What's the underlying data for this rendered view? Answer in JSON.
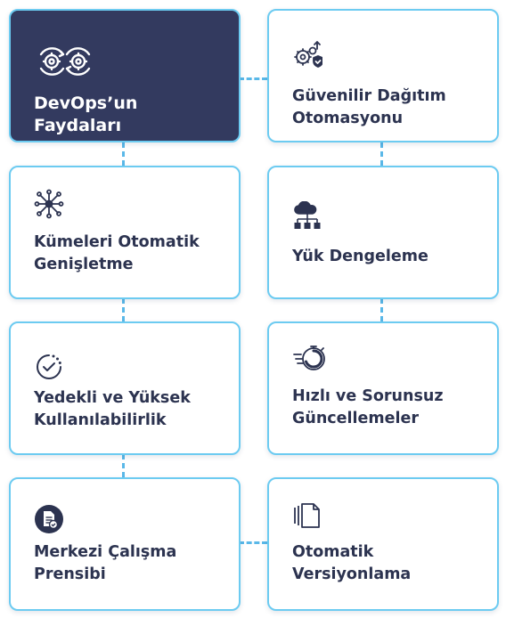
{
  "cards": [
    {
      "id": "devops-benefits",
      "label": "DevOps’un Faydaları",
      "icon": "gears-cycle-icon"
    },
    {
      "id": "reliable-deployment",
      "label": "Güvenilir Dağıtım\nOtomasyonu",
      "icon": "settings-shield-icon"
    },
    {
      "id": "cluster-autoscaling",
      "label": "Kümeleri Otomatik\nGenişletme",
      "icon": "network-nodes-icon"
    },
    {
      "id": "load-balancing",
      "label": "Yük Dengeleme",
      "icon": "cloud-network-icon"
    },
    {
      "id": "high-availability",
      "label": "Yedekli ve Yüksek\nKullanılabilirlik",
      "icon": "timer-check-icon"
    },
    {
      "id": "rolling-updates",
      "label": "Hızlı ve Sorunsuz\nGüncellemeler",
      "icon": "fast-refresh-icon"
    },
    {
      "id": "central-principle",
      "label": "Merkezi Çalışma\nPrensibi",
      "icon": "document-check-icon"
    },
    {
      "id": "auto-versioning",
      "label": "Otomatik\nVersiyonlama",
      "icon": "copy-files-icon"
    }
  ],
  "colors": {
    "accent": "#6ccbf1",
    "connector": "#5ab8e8",
    "dark_card": "#333a5f",
    "text": "#2c3350"
  }
}
